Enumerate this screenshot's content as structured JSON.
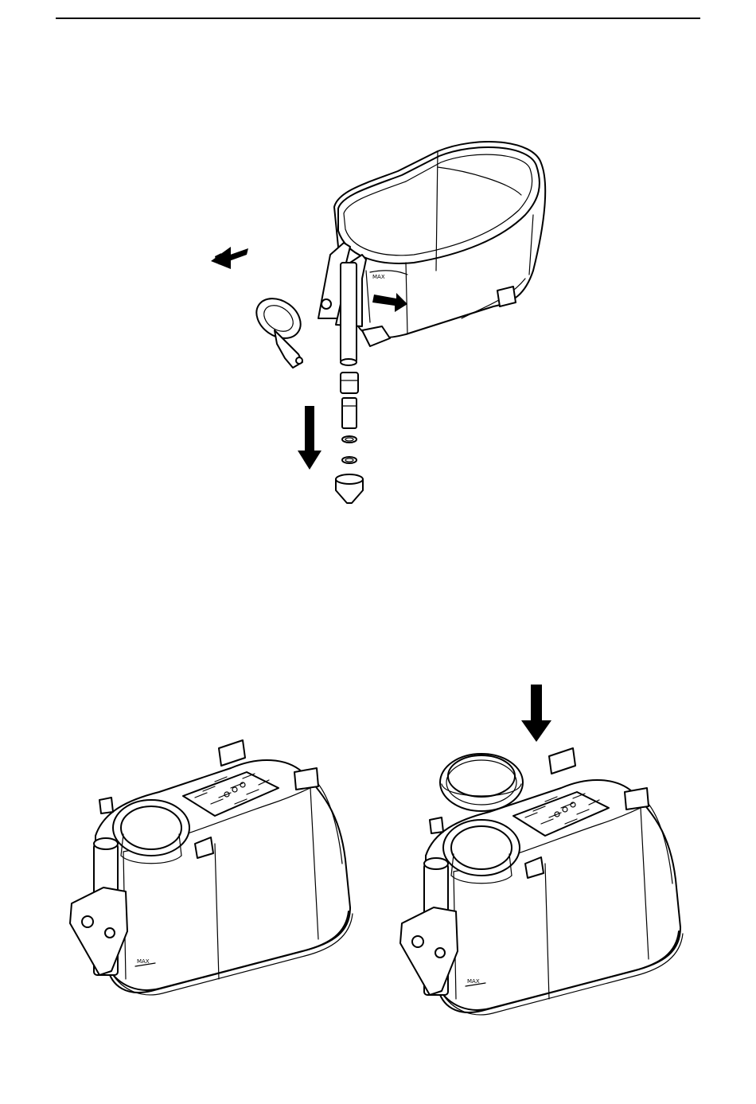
{
  "document": {
    "figures": [
      {
        "id": "disassembly",
        "caption": ""
      },
      {
        "id": "gasket-removed",
        "caption": ""
      },
      {
        "id": "gasket-install",
        "caption": ""
      }
    ],
    "marks": {
      "max_label": "MAX",
      "line_color": "#000000",
      "background": "#ffffff"
    },
    "icons": [
      "arrow-left-icon",
      "arrow-right-icon",
      "arrow-down-icon"
    ]
  }
}
